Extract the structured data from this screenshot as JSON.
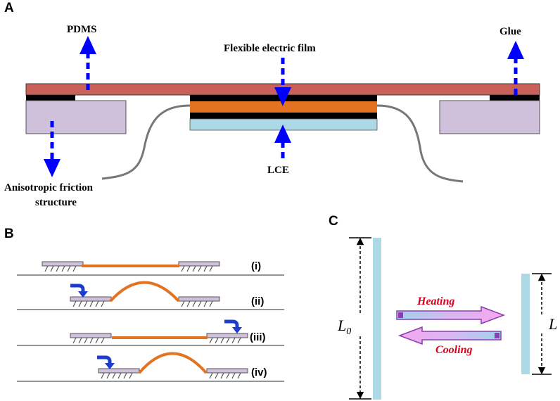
{
  "panels": {
    "a": "A",
    "b": "B",
    "c": "C"
  },
  "panel_a": {
    "pdms": "PDMS",
    "film": "Flexible electric film",
    "glue": "Glue",
    "lce": "LCE",
    "friction_line1": "Anisotropic friction",
    "friction_line2": "structure"
  },
  "panel_b": {
    "steps": [
      "(i)",
      "(ii)",
      "(iii)",
      "(iv)"
    ]
  },
  "panel_c": {
    "l0": "L",
    "l0_sub": "0",
    "l": "L",
    "heating": "Heating",
    "cooling": "Cooling"
  },
  "colors": {
    "pdms": "#c9605a",
    "friction_pad": "#cfc0dc",
    "orange": "#e37320",
    "lce": "#add8e6",
    "arrow_blue": "#0000ff",
    "heating_red": "#e0001b",
    "arrow_pink": "#f0a0ee"
  }
}
